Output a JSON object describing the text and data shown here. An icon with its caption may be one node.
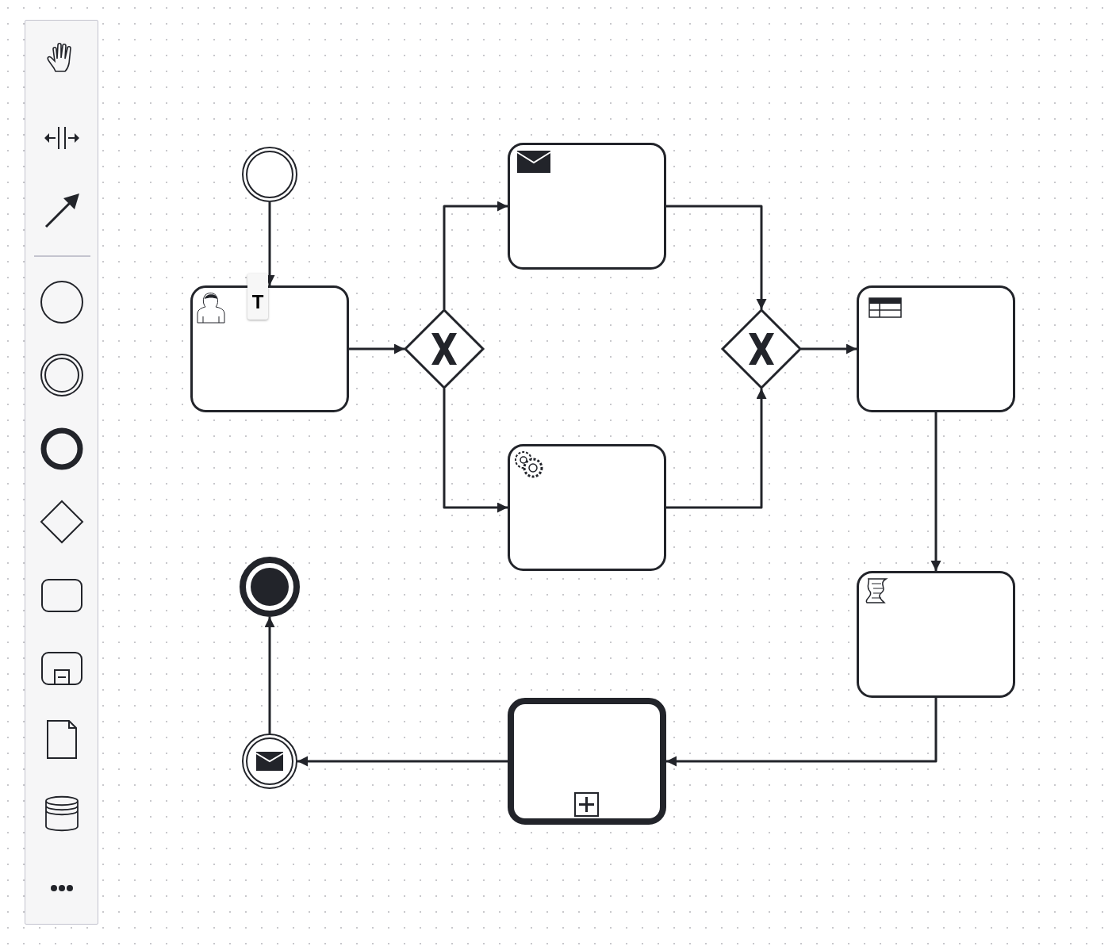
{
  "diagram": {
    "nodes": [
      {
        "text": [],
        "shape": "circle"
      },
      {
        "text": [],
        "shape": "box"
      },
      {
        "text": [],
        "shape": "diamond"
      },
      {
        "text": [],
        "shape": "box"
      },
      {
        "text": [],
        "shape": "box"
      },
      {
        "text": [],
        "shape": "diamond"
      },
      {
        "text": [],
        "shape": "box"
      },
      {
        "text": [],
        "shape": "box"
      },
      {
        "text": [],
        "shape": "box"
      },
      {
        "text": [],
        "shape": "circle"
      },
      {
        "text": [],
        "shape": "circle"
      }
    ],
    "edges": [
      {
        "from": 0,
        "to": 1,
        "arrow": "to"
      },
      {
        "from": 1,
        "to": 2,
        "arrow": "to"
      },
      {
        "from": 2,
        "to": 3,
        "arrow": "to"
      },
      {
        "from": 2,
        "to": 4,
        "arrow": "to"
      },
      {
        "from": 3,
        "to": 5,
        "arrow": "to"
      },
      {
        "from": 4,
        "to": 5,
        "arrow": "to"
      },
      {
        "from": 5,
        "to": 6,
        "arrow": "to"
      },
      {
        "from": 6,
        "to": 7,
        "arrow": "to"
      },
      {
        "from": 7,
        "to": 8,
        "arrow": "to"
      },
      {
        "from": 8,
        "to": 10,
        "arrow": "to"
      },
      {
        "from": 10,
        "to": 9,
        "arrow": "to"
      }
    ],
    "labels": [
      "T"
    ]
  }
}
